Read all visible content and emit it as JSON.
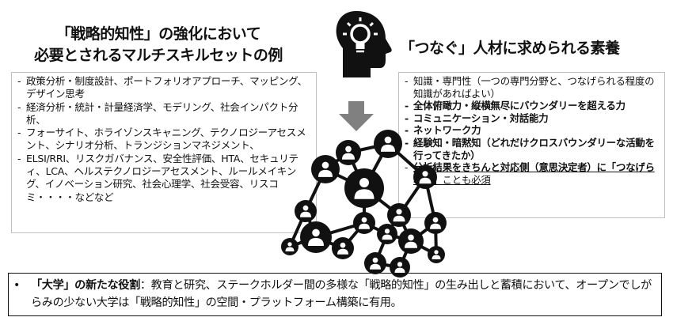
{
  "left": {
    "title_line1": "「戦略的知性」の強化において",
    "title_line2": "必要とされるマルチスキルセットの例",
    "items": [
      "政策分析・制度設計、ポートフォリオアプローチ、マッピング、デザイン思考",
      "経済分析・統計・計量経済学、モデリング、社会インパクト分析、",
      "フォーサイト、ホライゾンスキャニング、テクノロジーアセスメント、シナリオ分析、トランジションマネジメント、",
      "ELSI/RRI、リスクガバナンス、安全性評価、HTA、セキュリティ、LCA、ヘルステクノロジーアセスメント、ルールメイキング、イノベーション研究、社会心理学、社会受容、リスコミ・・・・などなど"
    ]
  },
  "right": {
    "title": "「つなぐ」人材に求められる素養",
    "items": {
      "i1": "知識・専門性（一つの専門分野と、つなげられる程度の知識があればよい）",
      "i2": "全体俯瞰力・縦横無尽にバウンダリーを超える力",
      "i3": "コミュニケーション・対話能力",
      "i4": "ネットワーク力",
      "i5": "経験知・暗黙知（どれだけクロスバウンダリーな活動を行ってきたか）",
      "i6a": "分析結果をきちんと対応側（意思決定者）に「つなげられる」",
      "i6b": "ことも必須"
    }
  },
  "bottom": {
    "bullet": "•",
    "bold": "「大学」の新たな役割",
    "text": "：教育と研究、ステークホルダー間の多様な「戦略的知性」の生み出しと蓄積において、オープンでしがらみの少ない大学は「戦略的知性」の空間・プラットフォーム構築に有用。"
  },
  "icons": [
    "head-lightbulb-icon",
    "down-arrow-icon",
    "people-network-icon"
  ],
  "colors": {
    "arrow": "#808080",
    "icon": "#111111"
  }
}
